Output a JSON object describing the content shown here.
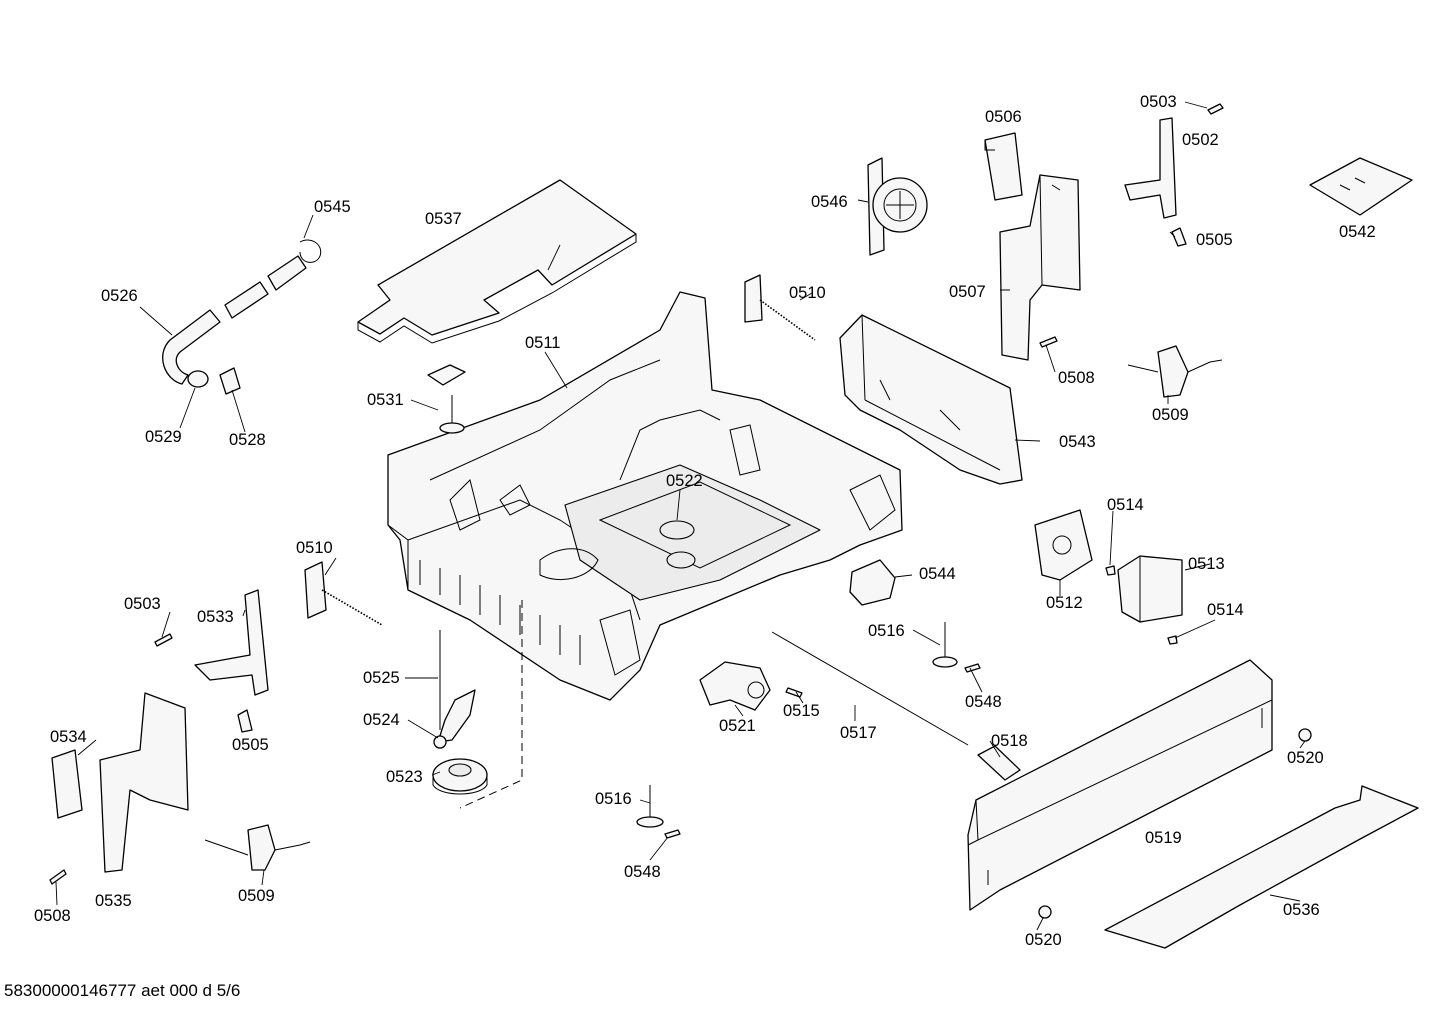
{
  "document_id": "58300000146777 aet 000 d 5/6",
  "labels": [
    "0503",
    "0502",
    "0506",
    "0505",
    "0542",
    "0546",
    "0537",
    "0545",
    "0526",
    "0510",
    "0507",
    "0511",
    "0508",
    "0509",
    "0531",
    "0529",
    "0528",
    "0543",
    "0522",
    "0514",
    "0510",
    "0513",
    "0512",
    "0544",
    "0503",
    "0533",
    "0514",
    "0516",
    "0525",
    "0548",
    "0524",
    "0521",
    "0515",
    "0517",
    "0518",
    "0534",
    "0505",
    "0520",
    "0523",
    "0516",
    "0519",
    "0548",
    "0536",
    "0508",
    "0535",
    "0509",
    "0520"
  ]
}
